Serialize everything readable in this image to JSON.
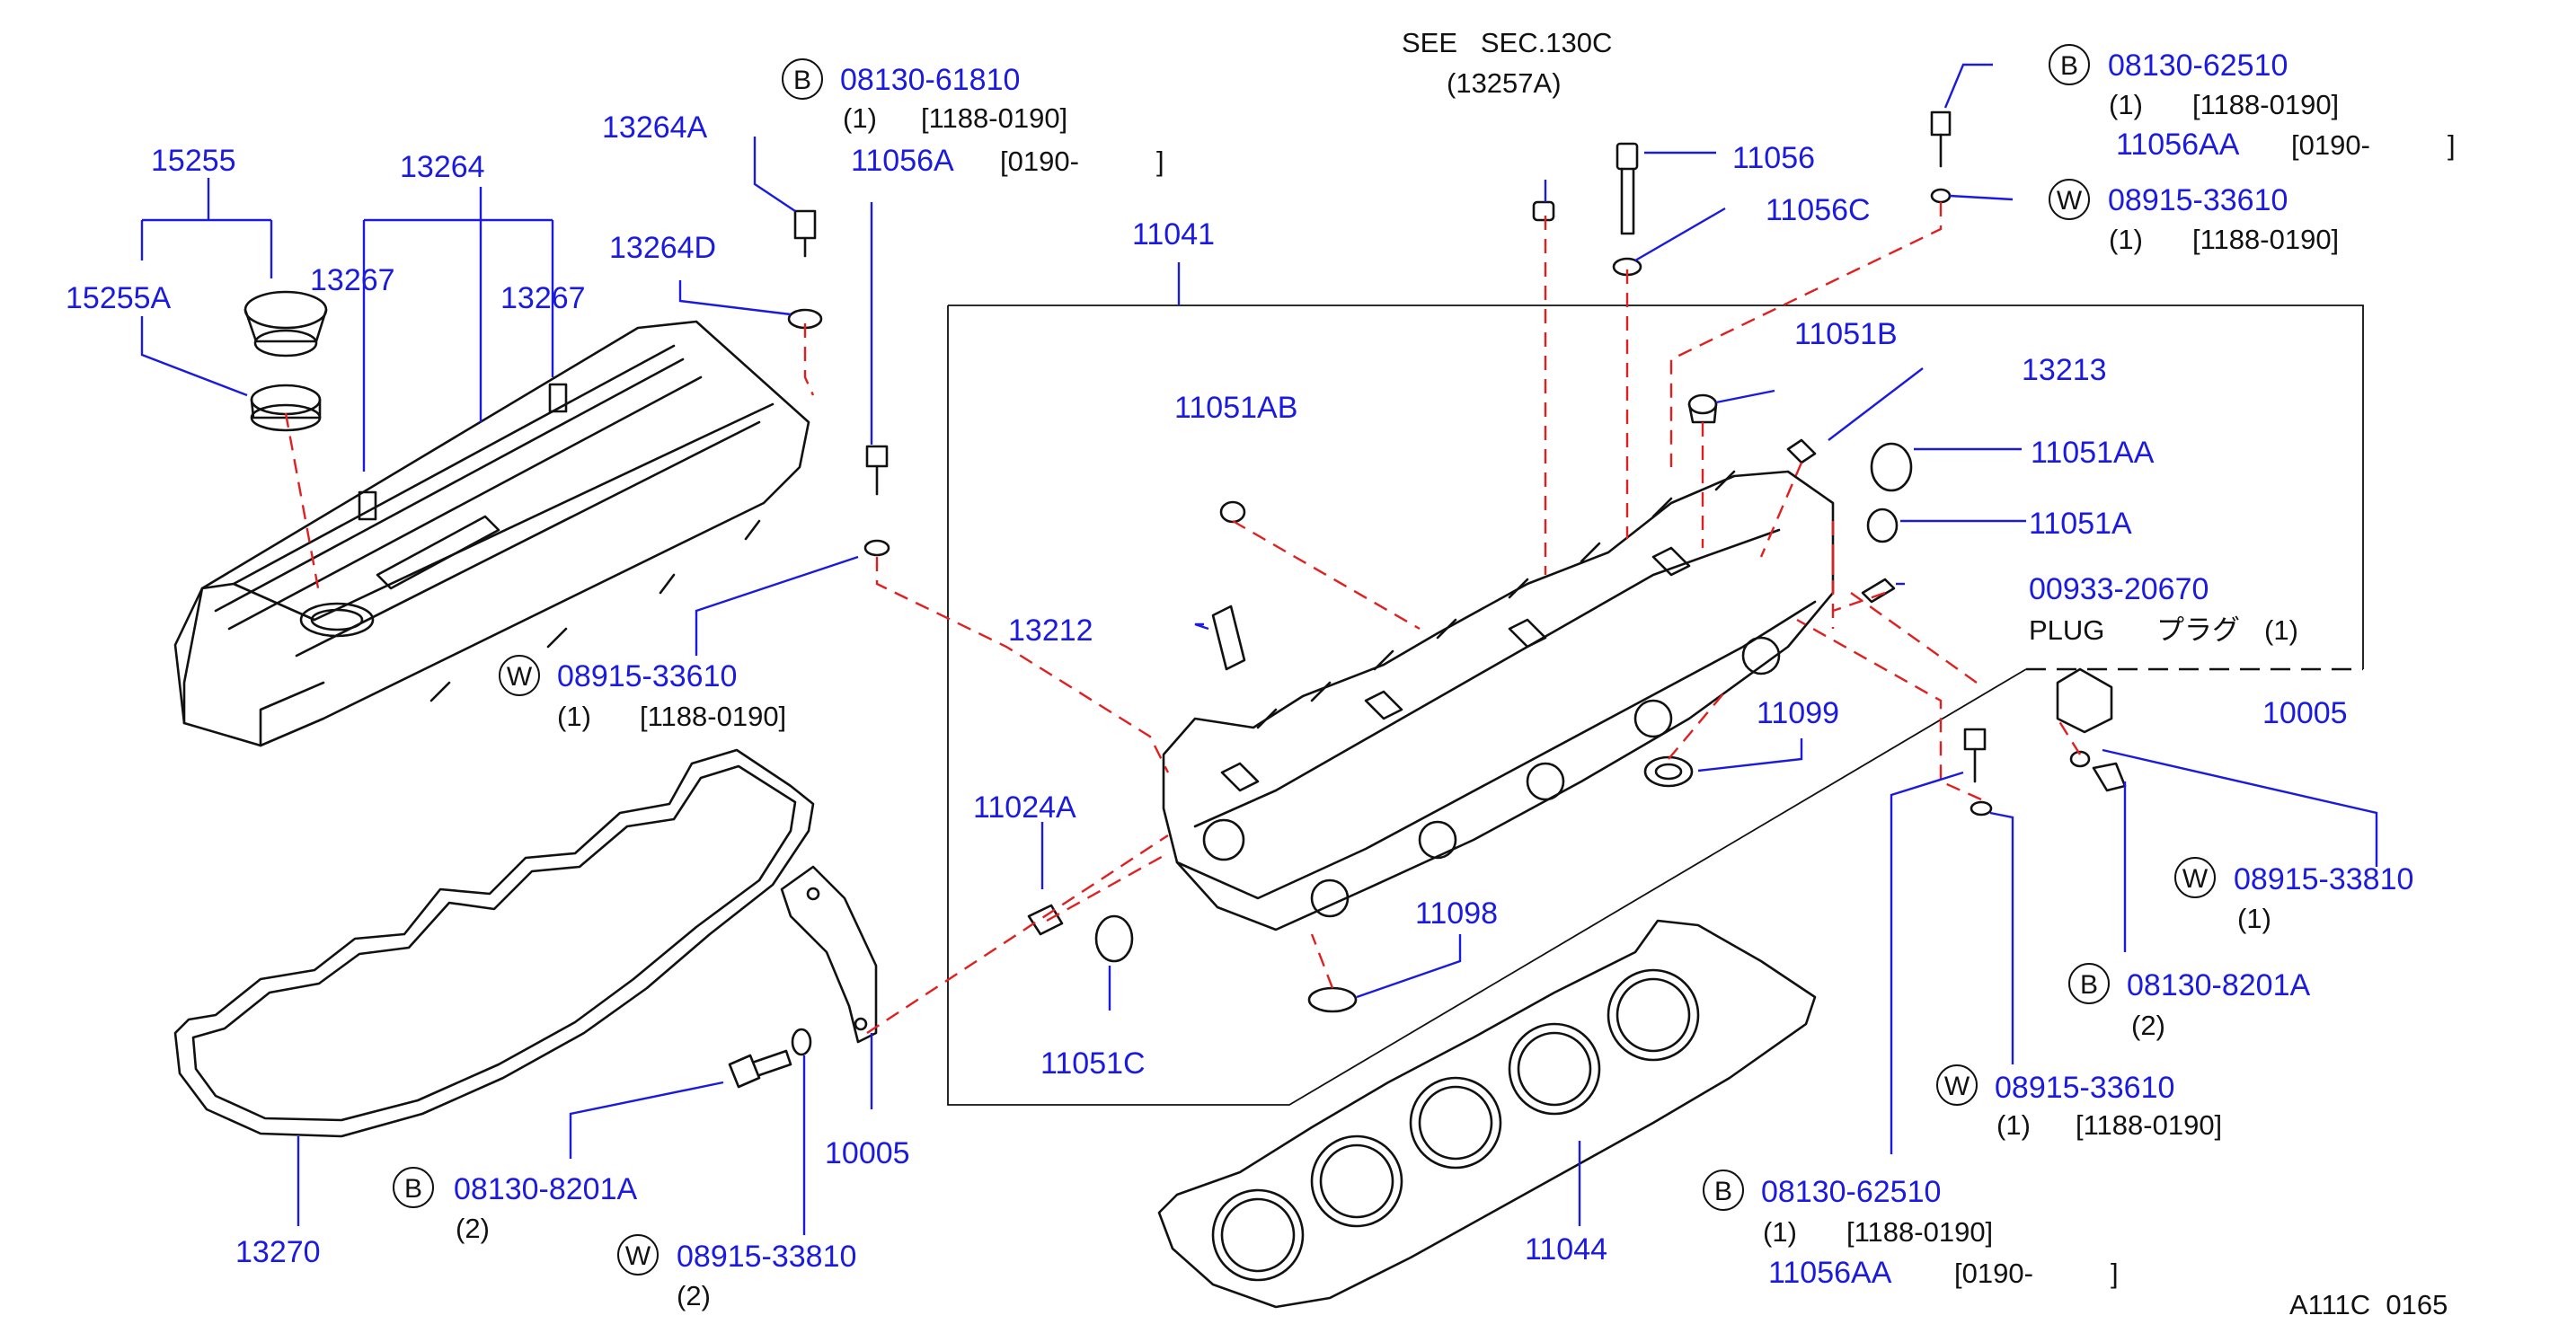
{
  "labels": {
    "p15255": "15255",
    "p15255A": "15255A",
    "p13264": "13264",
    "p13267a": "13267",
    "p13267b": "13267",
    "p13264A": "13264A",
    "p13264D": "13264D",
    "p11056A": "11056A",
    "p11056A_range": "[0190-          ]",
    "b_0813061810": "08130-61810",
    "b_0813061810_qty": "(1)",
    "b_0813061810_range": "[1188-0190]",
    "see_sec": "SEE   SEC.130C",
    "see_ref": "(13257A)",
    "p11041": "11041",
    "p11056": "11056",
    "p11056C": "11056C",
    "b_0813062510_top": "08130-62510",
    "b_0813062510_top_qty": "(1)",
    "b_0813062510_top_range": "[1188-0190]",
    "p11056AA_top": "11056AA",
    "p11056AA_top_range": "[0190-          ]",
    "w_0891533610_top": "08915-33610",
    "w_0891533610_top_qty": "(1)",
    "w_0891533610_top_range": "[1188-0190]",
    "p11051B": "11051B",
    "p13213": "13213",
    "p11051AB": "11051AB",
    "p11051AA": "11051AA",
    "p11051A": "11051A",
    "p0093320670": "00933-20670",
    "plug_text": "PLUG",
    "plug_jp": "プラグ",
    "plug_qty": "(1)",
    "p13212": "13212",
    "w_left_partial": "08915-33610",
    "w_left_partial_qty": "(1)",
    "w_left_partial_range": "[1188-0190]",
    "p11099": "11099",
    "p10005_right": "10005",
    "p11024A": "11024A",
    "p11098": "11098",
    "p11051C": "11051C",
    "w_0891533810_right": "08915-33810",
    "w_0891533810_right_qty": "(1)",
    "b_081308201A_right": "08130-8201A",
    "b_081308201A_right_qty": "(2)",
    "w_0891533610_mid": "08915-33610",
    "w_0891533610_mid_qty": "(1)",
    "w_0891533610_mid_range": "[1188-0190]",
    "b_0813062510_bot": "08130-62510",
    "b_0813062510_bot_qty": "(1)",
    "b_0813062510_bot_range": "[1188-0190]",
    "p11056AA_bot": "11056AA",
    "p11056AA_bot_range": "[0190-          ]",
    "p10005_left": "10005",
    "p13270": "13270",
    "b_081308201A_left": "08130-8201A",
    "b_081308201A_left_qty": "(2)",
    "w_0891533810_left": "08915-33810",
    "w_0891533810_left_qty": "(2)",
    "p11044": "11044",
    "code": "A111C  0165"
  },
  "symbols": {
    "bolt": "B",
    "washer": "W"
  },
  "colors": {
    "part_number": "#1a1ae0",
    "dashed_reference": "#e02020",
    "line_art": "#111111"
  }
}
